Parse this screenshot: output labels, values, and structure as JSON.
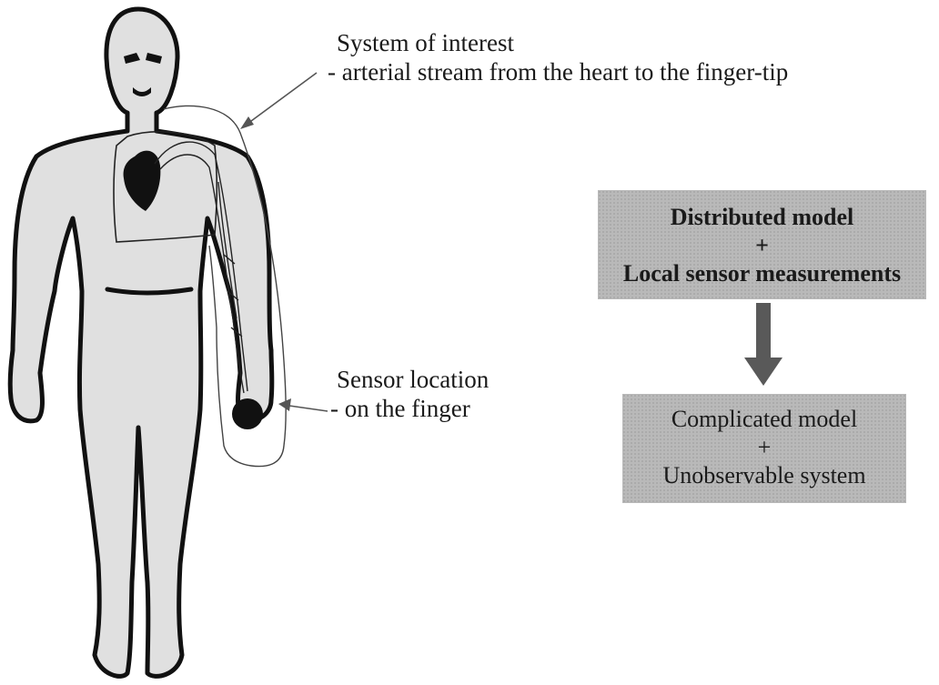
{
  "annotations": {
    "system_title": "System of interest",
    "system_detail": "- arterial stream from the heart to the finger-tip",
    "sensor_title": "Sensor location",
    "sensor_detail": "- on the finger"
  },
  "flow": {
    "top_box": {
      "line1": "Distributed model",
      "plus": "+",
      "line2": "Local sensor measurements"
    },
    "bottom_box": {
      "line1": "Complicated model",
      "plus": "+",
      "line2": "Unobservable system"
    }
  },
  "colors": {
    "body_fill": "#e0e0e0",
    "outline": "#111111",
    "box_fill": "#b9b9b9",
    "arrow": "#555555"
  }
}
